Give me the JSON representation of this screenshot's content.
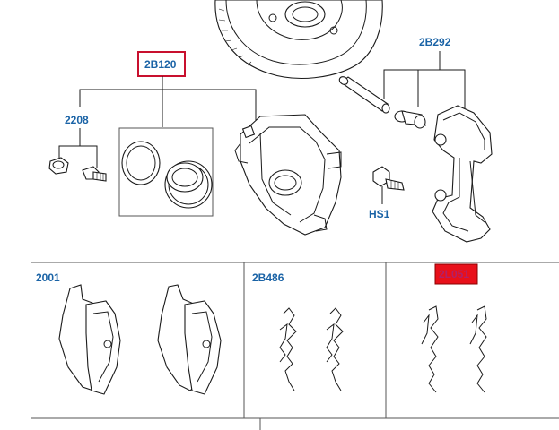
{
  "callouts": {
    "caliper_kit": "2B120",
    "bolt_kit": "2208",
    "carrier_pins": "2B292",
    "bolt": "HS1",
    "brake_pads": "2001",
    "pad_springs": "2B486",
    "pad_clips": "2L051"
  },
  "colors": {
    "label": "#1a63a6",
    "highlight_border": "#c8102e",
    "highlight_fill": "#e8101a"
  }
}
